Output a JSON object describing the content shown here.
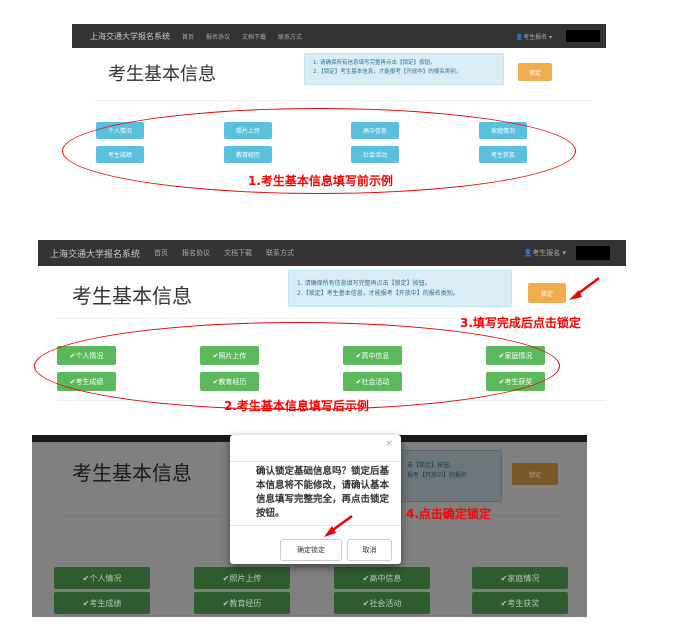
{
  "app": {
    "brand": "上海交通大学报名系统",
    "nav": [
      "首页",
      "报名协议",
      "文档下载",
      "联系方式"
    ],
    "user_menu": "考生报名"
  },
  "page": {
    "title": "考生基本信息",
    "info": [
      "1. 请确保所有信息填写完整再点击【锁定】按钮。",
      "2.【锁定】考生基本信息，才能报考【开放中】的报名类别。"
    ],
    "lock": "锁定"
  },
  "sections": [
    "个人情况",
    "照片上传",
    "高中信息",
    "家庭情况",
    "考生成绩",
    "教育经历",
    "社会活动",
    "考生获奖"
  ],
  "check": "✔",
  "annotations": {
    "step1": "1.考生基本信息填写前示例",
    "step2": "2.考生基本信息填写后示例",
    "step3": "3.填写完成后点击锁定",
    "step4": "4.点击确定锁定"
  },
  "modal": {
    "close": "×",
    "message": "确认锁定基础信息吗？锁定后基本信息将不能修改，请确认基本信息填写完整完全，再点击锁定按钮。",
    "confirm": "确定锁定",
    "cancel": "取消"
  },
  "partial_info": [
    "击【锁定】按钮。",
    "报考【开放中】的报名"
  ]
}
